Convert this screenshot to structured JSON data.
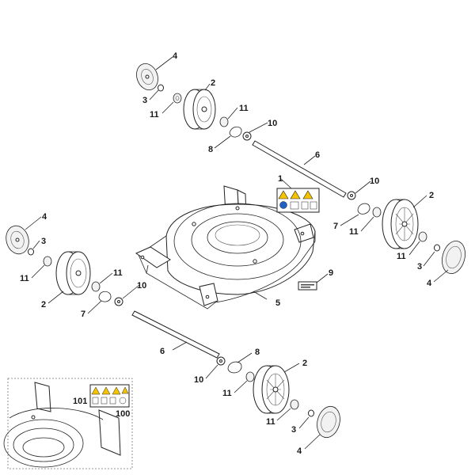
{
  "labels": {
    "rear_hubcap_top": "4",
    "rear_cap_screw_top": "3",
    "rear_bearing_top": "11",
    "rear_wheel_top": "2",
    "rear_bearing_top_b": "11",
    "rear_clip_top": "8",
    "rear_washer_top": "10",
    "rear_axle": "6",
    "label_set": "1",
    "right_washer": "10",
    "right_wheel": "2",
    "right_clip": "7",
    "right_bearing": "11",
    "right_bearing_b": "11",
    "right_cap_screw": "3",
    "right_hubcap": "4",
    "left_hubcap": "4",
    "left_cap_screw": "3",
    "left_bearing": "11",
    "left_bearing_b": "11",
    "left_wheel": "2",
    "left_washer": "10",
    "left_clip": "7",
    "deck": "5",
    "plate": "9",
    "front_axle": "6",
    "front_clip": "8",
    "front_washer": "10",
    "front_wheel": "2",
    "front_bearing": "11",
    "front_bearing_b": "11",
    "front_cap_screw": "3",
    "front_hubcap": "4",
    "inset_label_101": "101",
    "inset_label_100": "100"
  },
  "colors": {
    "line": "#222222",
    "warning": "#f5c400",
    "info": "#1f5fbf"
  }
}
